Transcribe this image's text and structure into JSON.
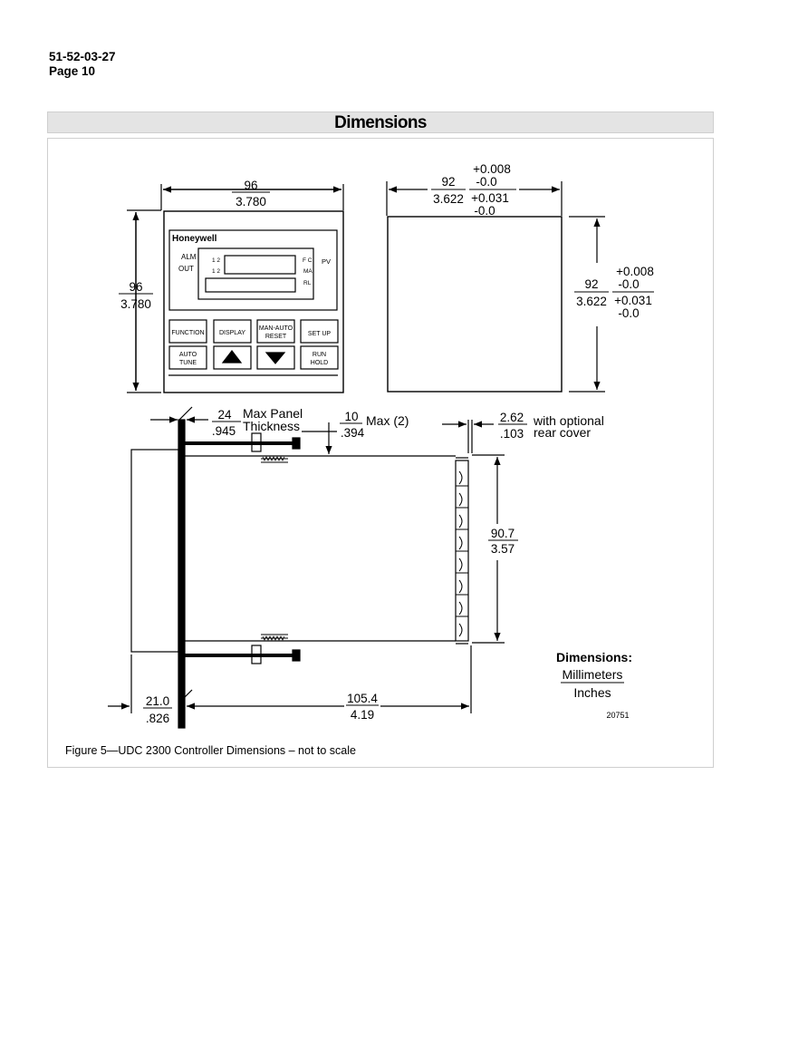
{
  "header": {
    "doc_number": "51-52-03-27",
    "page_label": "Page 10"
  },
  "section": {
    "title": "Dimensions"
  },
  "front_view": {
    "brand": "Honeywell",
    "labels": {
      "alm": "ALM",
      "out": "OUT",
      "digits_top": "1 2",
      "digits_bottom": "1 2",
      "fc": "F C",
      "pv": "PV",
      "ma": "MA",
      "rl": "RL"
    },
    "buttons": {
      "function": "FUNCTION",
      "display": "DISPLAY",
      "man_auto": "MAN-AUTO",
      "reset": "RESET",
      "set_up": "SET UP",
      "auto": "AUTO",
      "tune": "TUNE",
      "run": "RUN",
      "hold": "HOLD"
    },
    "width_mm": "96",
    "width_in": "3.780",
    "height_mm": "96",
    "height_in": "3.780"
  },
  "cutout": {
    "width_mm": "92",
    "width_in": "3.622",
    "width_tol_plus": "+0.008",
    "width_tol_minus": "-0.0",
    "width_tol_plus2": "+0.031",
    "width_tol_minus2": "-0.0",
    "height_mm": "92",
    "height_in": "3.622",
    "height_tol_plus": "+0.008",
    "height_tol_minus": "-0.0",
    "height_tol_plus2": "+0.031",
    "height_tol_minus2": "-0.0"
  },
  "side_view": {
    "panel_mm": "24",
    "panel_in": ".945",
    "panel_label_1": "Max Panel",
    "panel_label_2": "Thickness",
    "clamp_mm": "10",
    "clamp_in": ".394",
    "clamp_label": "Max (2)",
    "cover_mm": "2.62",
    "cover_in": ".103",
    "cover_label_1": "with  optional",
    "cover_label_2": "rear cover",
    "height_mm": "90.7",
    "height_in": "3.57",
    "bezel_mm": "21.0",
    "bezel_in": ".826",
    "depth_mm": "105.4",
    "depth_in": "4.19"
  },
  "legend": {
    "title": "Dimensions:",
    "units_top": "Millimeters",
    "units_bottom": "Inches",
    "figure_code": "20751"
  },
  "caption": "Figure 5—UDC 2300 Controller Dimensions – not to scale"
}
